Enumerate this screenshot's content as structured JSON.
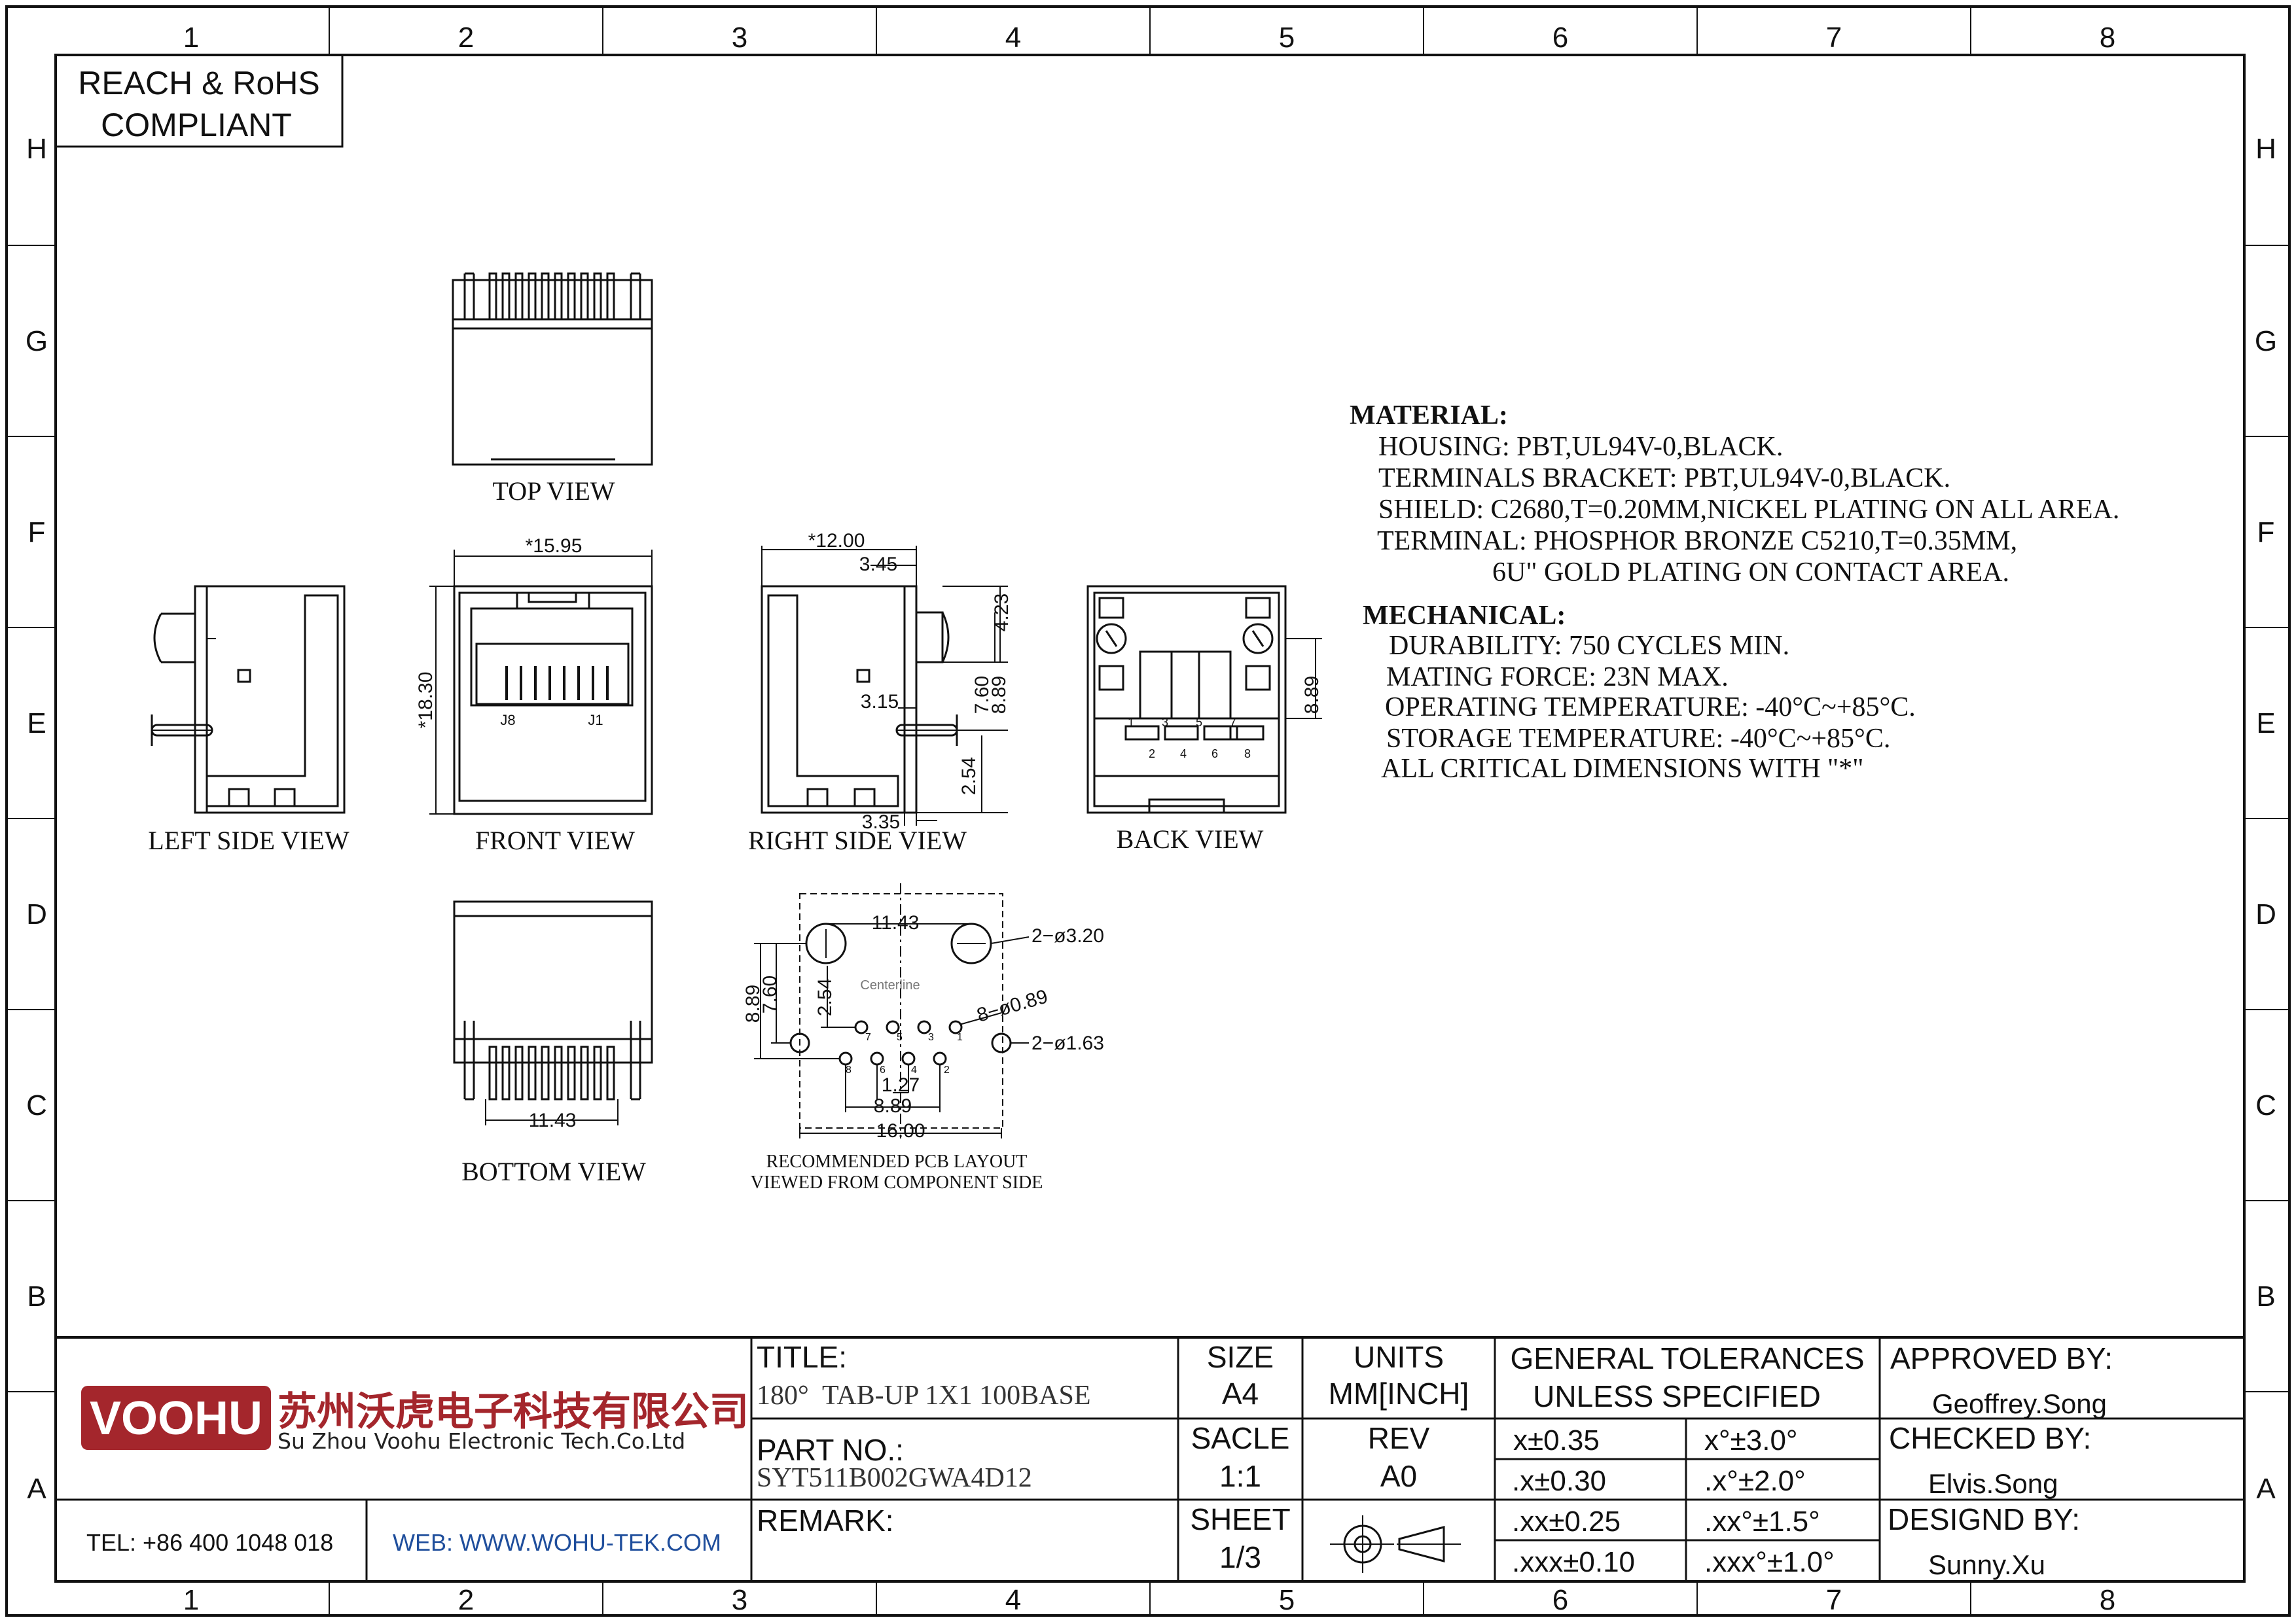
{
  "frame": {
    "columns": [
      "1",
      "2",
      "3",
      "4",
      "5",
      "6",
      "7",
      "8"
    ],
    "rows": [
      "H",
      "G",
      "F",
      "E",
      "D",
      "C",
      "B",
      "A"
    ]
  },
  "compliance": {
    "line1": "REACH & RoHS",
    "line2": "COMPLIANT"
  },
  "views": {
    "top": "TOP VIEW",
    "left": "LEFT SIDE VIEW",
    "front": "FRONT VIEW",
    "right": "RIGHT SIDE VIEW",
    "back": "BACK VIEW",
    "bottom": "BOTTOM VIEW",
    "pcb_line1": "RECOMMENDED PCB LAYOUT",
    "pcb_line2": "VIEWED FROM COMPONENT SIDE"
  },
  "dimensions": {
    "front_width": "*15.95",
    "front_height": "*18.30",
    "jack_j8": "J8",
    "jack_j1": "J1",
    "right_width": "*12.00",
    "right_345": "3.45",
    "right_423": "4.23",
    "right_760": "7.60",
    "right_889": "8.89",
    "right_315": "3.15",
    "right_254": "2.54",
    "right_335": "3.35",
    "back_889": "8.89",
    "bottom_1143": "11.43",
    "pcb_1143": "11.43",
    "pcb_hole_big": "2−ø3.20",
    "pcb_hole_small": "8−ø0.89",
    "pcb_hole_mid": "2−ø1.63",
    "pcb_889": "8.89",
    "pcb_760": "7.60",
    "pcb_254": "2.54",
    "pcb_127": "1.27",
    "pcb_889_bottom": "8.89",
    "pcb_1600": "16.00",
    "pcb_centerline": "Centerline",
    "back_pins_top": [
      "1",
      "3",
      "5",
      "7"
    ],
    "back_pins_bottom": [
      "2",
      "4",
      "6",
      "8"
    ],
    "pcb_pins_top": [
      "7",
      "5",
      "3",
      "1"
    ],
    "pcb_pins_bottom": [
      "8",
      "6",
      "4",
      "2"
    ]
  },
  "specs": {
    "material_heading": "MATERIAL:",
    "material": [
      "HOUSING: PBT,UL94V-0,BLACK.",
      "TERMINALS BRACKET: PBT,UL94V-0,BLACK.",
      "SHIELD: C2680,T=0.20MM,NICKEL PLATING ON ALL AREA.",
      "TERMINAL: PHOSPHOR BRONZE C5210,T=0.35MM,",
      "6U\" GOLD PLATING ON CONTACT AREA."
    ],
    "mechanical_heading": "MECHANICAL:",
    "mechanical": [
      "DURABILITY: 750 CYCLES MIN.",
      "MATING FORCE: 23N MAX.",
      "OPERATING TEMPERATURE: -40°C~+85°C.",
      "STORAGE TEMPERATURE: -40°C~+85°C.",
      "ALL CRITICAL DIMENSIONS WITH \"*\""
    ]
  },
  "title_block": {
    "logo": "VOOHU",
    "company_cn": "苏州沃虎电子科技有限公司",
    "company_en": "Su Zhou Voohu Electronic Tech.Co.Ltd",
    "tel": "TEL: +86 400 1048 018",
    "web": "WEB: WWW.WOHU-TEK.COM",
    "title_label": "TITLE:",
    "title_value": "180°  TAB-UP 1X1 100BASE",
    "part_label": "PART NO.:",
    "part_value": "SYT511B002GWA4D12",
    "remark_label": "REMARK:",
    "size_label": "SIZE",
    "size_value": "A4",
    "units_label": "UNITS",
    "units_value": "MM[INCH]",
    "scale_label": "SACLE",
    "scale_value": "1:1",
    "rev_label": "REV",
    "rev_value": "A0",
    "sheet_label": "SHEET",
    "sheet_value": "1/3",
    "tol_line1": "GENERAL TOLERANCES",
    "tol_line2": "UNLESS SPECIFIED",
    "tolerances": [
      [
        "x±0.35",
        "x°±3.0°"
      ],
      [
        ".x±0.30",
        ".x°±2.0°"
      ],
      [
        ".xx±0.25",
        ".xx°±1.5°"
      ],
      [
        ".xxx±0.10",
        ".xxx°±1.0°"
      ]
    ],
    "approved_label": "APPROVED BY:",
    "approved_value": "Geoffrey.Song",
    "checked_label": "CHECKED BY:",
    "checked_value": "Elvis.Song",
    "designed_label": "DESIGND BY:",
    "designed_value": "Sunny.Xu"
  },
  "colors": {
    "logo_red": "#a4262c",
    "web_blue": "#1f4e9c",
    "line": "#111111"
  }
}
